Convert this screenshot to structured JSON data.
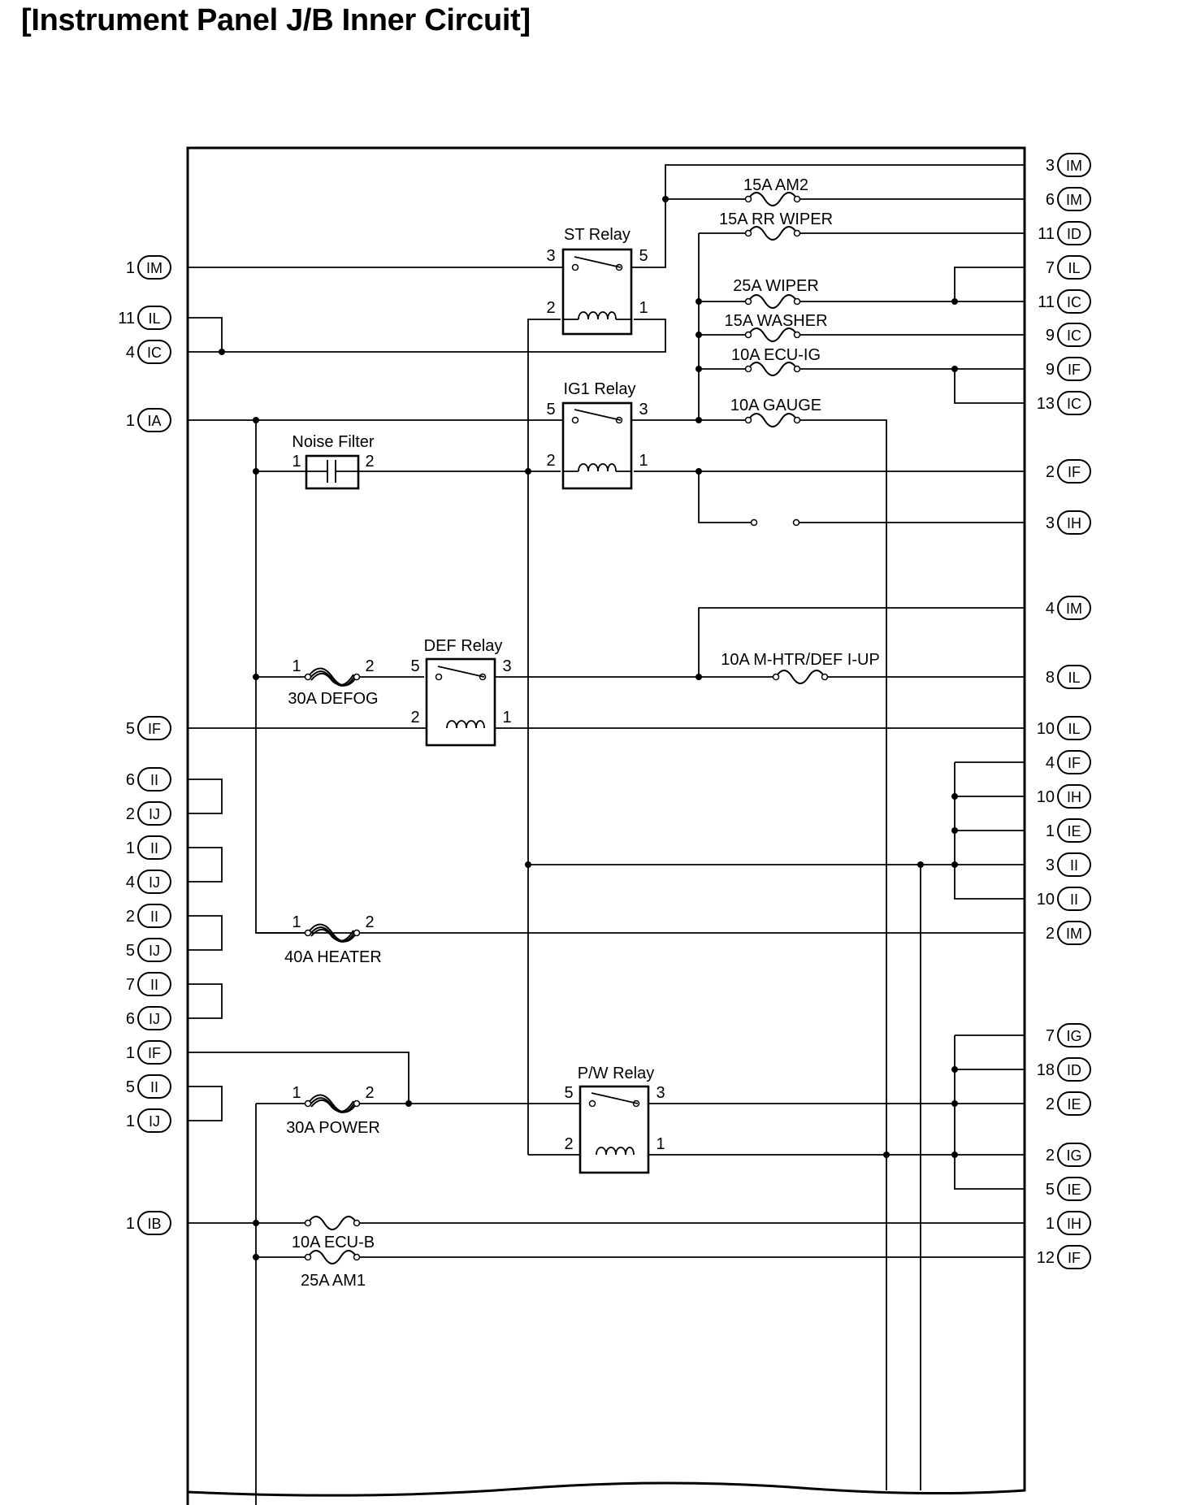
{
  "title": "[Instrument Panel J/B Inner Circuit]",
  "relays": {
    "st": {
      "label": "ST Relay",
      "p1": "3",
      "p2": "5",
      "p3": "2",
      "p4": "1"
    },
    "ig1": {
      "label": "IG1 Relay",
      "p1": "5",
      "p2": "3",
      "p3": "2",
      "p4": "1"
    },
    "def": {
      "label": "DEF Relay",
      "p1": "5",
      "p2": "3",
      "p3": "2",
      "p4": "1"
    },
    "pw": {
      "label": "P/W Relay",
      "p1": "5",
      "p2": "3",
      "p3": "2",
      "p4": "1"
    }
  },
  "fuses": {
    "am2": "15A AM2",
    "rr_wiper": "15A RR WIPER",
    "wiper": "25A WIPER",
    "washer": "15A WASHER",
    "ecu_ig": "10A ECU-IG",
    "gauge": "10A GAUGE",
    "mhtr": "10A M-HTR/DEF I-UP",
    "defog": "30A DEFOG",
    "heater": "40A HEATER",
    "power": "30A POWER",
    "ecu_b": "10A ECU-B",
    "am1": "25A AM1"
  },
  "fuse_pins": {
    "one": "1",
    "two": "2"
  },
  "noise_filter": {
    "label": "Noise Filter",
    "p1": "1",
    "p2": "2"
  },
  "left_connectors": [
    {
      "pin": "1",
      "id": "IM"
    },
    {
      "pin": "11",
      "id": "IL"
    },
    {
      "pin": "4",
      "id": "IC"
    },
    {
      "pin": "1",
      "id": "IA"
    },
    {
      "pin": "5",
      "id": "IF"
    },
    {
      "pin": "6",
      "id": "II"
    },
    {
      "pin": "2",
      "id": "IJ"
    },
    {
      "pin": "1",
      "id": "II"
    },
    {
      "pin": "4",
      "id": "IJ"
    },
    {
      "pin": "2",
      "id": "II"
    },
    {
      "pin": "5",
      "id": "IJ"
    },
    {
      "pin": "7",
      "id": "II"
    },
    {
      "pin": "6",
      "id": "IJ"
    },
    {
      "pin": "1",
      "id": "IF"
    },
    {
      "pin": "5",
      "id": "II"
    },
    {
      "pin": "1",
      "id": "IJ"
    },
    {
      "pin": "1",
      "id": "IB"
    }
  ],
  "right_connectors": [
    {
      "pin": "3",
      "id": "IM"
    },
    {
      "pin": "6",
      "id": "IM"
    },
    {
      "pin": "11",
      "id": "ID"
    },
    {
      "pin": "7",
      "id": "IL"
    },
    {
      "pin": "11",
      "id": "IC"
    },
    {
      "pin": "9",
      "id": "IC"
    },
    {
      "pin": "9",
      "id": "IF"
    },
    {
      "pin": "13",
      "id": "IC"
    },
    {
      "pin": "2",
      "id": "IF"
    },
    {
      "pin": "3",
      "id": "IH"
    },
    {
      "pin": "4",
      "id": "IM"
    },
    {
      "pin": "8",
      "id": "IL"
    },
    {
      "pin": "10",
      "id": "IL"
    },
    {
      "pin": "4",
      "id": "IF"
    },
    {
      "pin": "10",
      "id": "IH"
    },
    {
      "pin": "1",
      "id": "IE"
    },
    {
      "pin": "3",
      "id": "II"
    },
    {
      "pin": "10",
      "id": "II"
    },
    {
      "pin": "2",
      "id": "IM"
    },
    {
      "pin": "7",
      "id": "IG"
    },
    {
      "pin": "18",
      "id": "ID"
    },
    {
      "pin": "2",
      "id": "IE"
    },
    {
      "pin": "2",
      "id": "IG"
    },
    {
      "pin": "5",
      "id": "IE"
    },
    {
      "pin": "1",
      "id": "IH"
    },
    {
      "pin": "12",
      "id": "IF"
    }
  ]
}
